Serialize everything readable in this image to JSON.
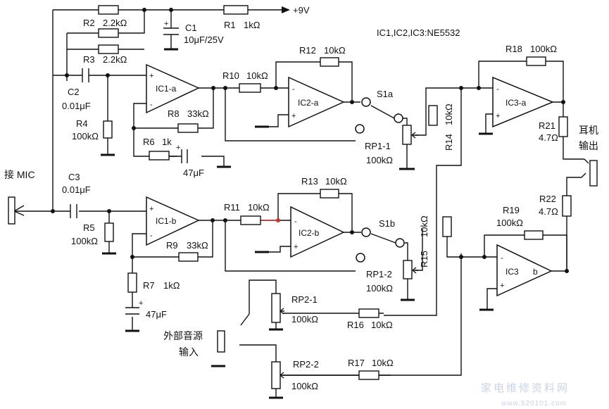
{
  "title_ic": "IC1,IC2,IC3:NE5532",
  "supply": "+9V",
  "components": {
    "R1": {
      "name": "R1",
      "value": "1kΩ"
    },
    "R2": {
      "name": "R2",
      "value": "2.2kΩ"
    },
    "R3": {
      "name": "R3",
      "value": "2.2kΩ"
    },
    "R4": {
      "name": "R4",
      "value": "100kΩ"
    },
    "R5": {
      "name": "R5",
      "value": "100kΩ"
    },
    "R6": {
      "name": "R6",
      "value": "1k"
    },
    "R7": {
      "name": "R7",
      "value": "1kΩ"
    },
    "R8": {
      "name": "R8",
      "value": "33kΩ"
    },
    "R9": {
      "name": "R9",
      "value": "33kΩ"
    },
    "R10": {
      "name": "R10",
      "value": "10kΩ"
    },
    "R11": {
      "name": "R11",
      "value": "10kΩ"
    },
    "R12": {
      "name": "R12",
      "value": "10kΩ"
    },
    "R13": {
      "name": "R13",
      "value": "10kΩ"
    },
    "R14": {
      "name": "R14",
      "value": "10kΩ"
    },
    "R15": {
      "name": "R15",
      "value": "10kΩ"
    },
    "R16": {
      "name": "R16",
      "value": "10kΩ"
    },
    "R17": {
      "name": "R17",
      "value": "10kΩ"
    },
    "R18": {
      "name": "R18",
      "value": "100kΩ"
    },
    "R19": {
      "name": "R19",
      "value": "100kΩ"
    },
    "R21": {
      "name": "R21",
      "value": "4.7Ω"
    },
    "R22": {
      "name": "R22",
      "value": "4.7Ω"
    },
    "C1": {
      "name": "C1",
      "value": "10μF/25V"
    },
    "C2": {
      "name": "C2",
      "value": "0.01μF"
    },
    "C3": {
      "name": "C3",
      "value": "0.01μF"
    },
    "C6": {
      "value": "47μF"
    },
    "C7": {
      "value": "47μF"
    },
    "RP1_1": {
      "name": "RP1-1",
      "value": "100kΩ"
    },
    "RP1_2": {
      "name": "RP1-2",
      "value": "100kΩ"
    },
    "RP2_1": {
      "name": "RP2-1",
      "value": "100kΩ"
    },
    "RP2_2": {
      "name": "RP2-2",
      "value": "100kΩ"
    },
    "S1a": "S1a",
    "S1b": "S1b"
  },
  "opamps": {
    "IC1a": "IC1-a",
    "IC1b": "IC1-b",
    "IC2a": "IC2-a",
    "IC2b": "IC2-b",
    "IC3a": "IC3-a",
    "IC3b_main": "IC3",
    "IC3b_sub": "b",
    "plus": "+",
    "minus": "-"
  },
  "labels": {
    "mic": "接 MIC",
    "headphone_1": "耳机",
    "headphone_2": "输出",
    "ext_1": "外部音源",
    "ext_2": "输入",
    "cap_plus": "+"
  },
  "watermark": {
    "cn": "家电维修资料网",
    "url": "www.520101.com"
  }
}
